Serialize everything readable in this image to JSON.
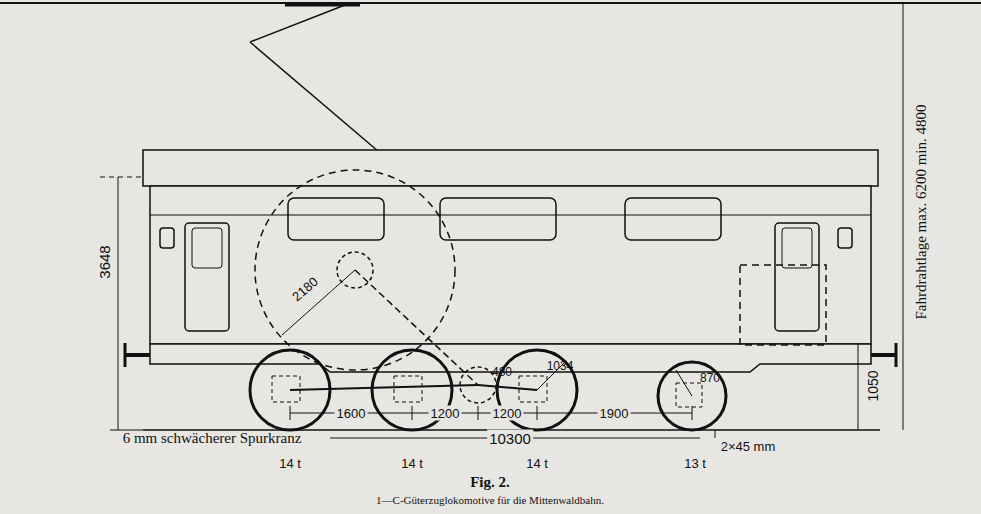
{
  "diagram": {
    "title": "Fig. 2.",
    "caption": "1—C-Güterzuglokomotive für die Mittenwaldbahn.",
    "labels": [
      "3648",
      "2180",
      "480",
      "1034",
      "870",
      "1050",
      "6 mm schwächerer Spurkranz",
      "1600",
      "1200",
      "1200",
      "1900",
      "10300",
      "2×45 mm",
      "14 t",
      "14 t",
      "14 t",
      "13 t",
      "Fahrdrahtlage max. 6200 min. 4800"
    ]
  }
}
